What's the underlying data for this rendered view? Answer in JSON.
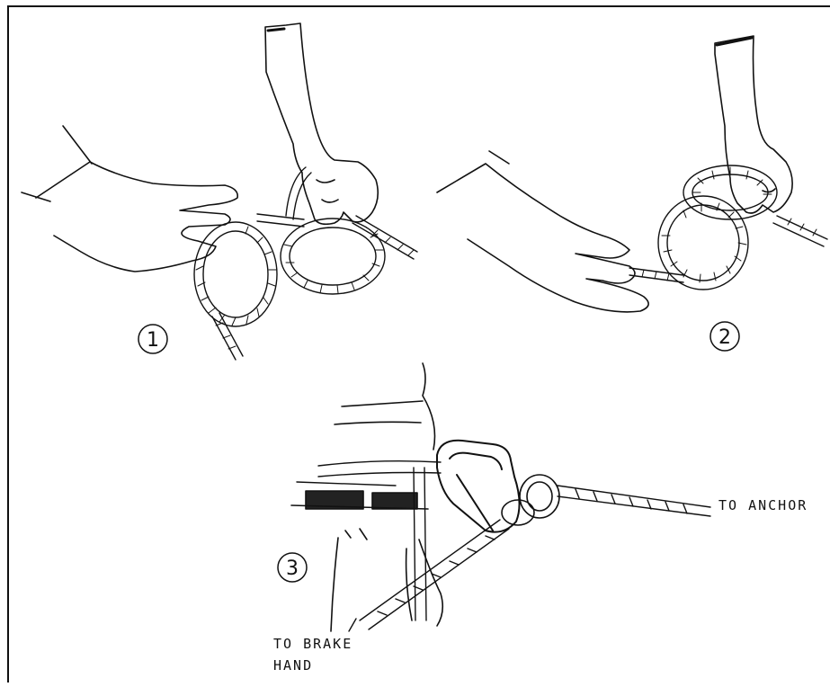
{
  "steps": {
    "step1": "1",
    "step2": "2",
    "step3": "3"
  },
  "labels": {
    "to_anchor": "TO ANCHOR",
    "to_brake_line1": "TO BRAKE",
    "to_brake_line2": "HAND"
  }
}
